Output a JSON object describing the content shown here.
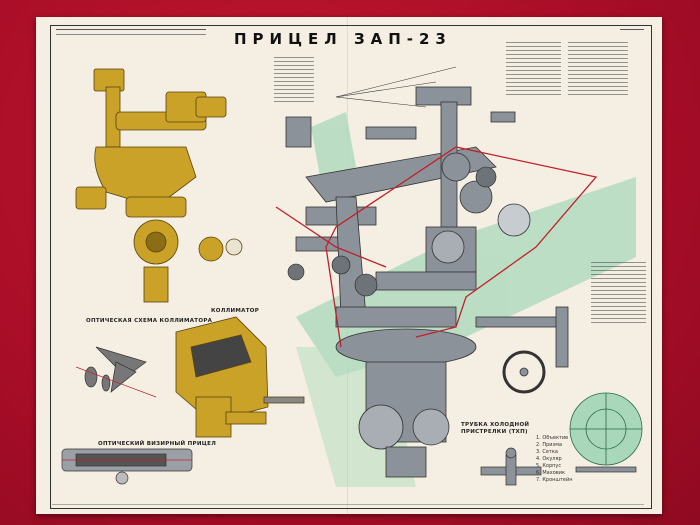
{
  "poster": {
    "title": "ПРИЦЕЛ  ЗАП-23",
    "labels": {
      "optical_scheme_collimator": "ОПТИЧЕСКАЯ СХЕМА КОЛЛИМАТОРА",
      "collimator": "КОЛЛИМАТОР",
      "optical_sight": "ОПТИЧЕСКИЙ ВИЗИРНЫЙ ПРИЦЕЛ",
      "cold_sighting_tube": "ТРУБКА ХОЛОДНОЙ ПРИСТРЕЛКИ (ТХП)"
    },
    "legend_bottom_right": [
      "1. Объектив",
      "2. Призма",
      "3. Сетка",
      "4. Окуляр",
      "5. Корпус",
      "6. Маховик",
      "7. Кронштейн"
    ]
  },
  "colors": {
    "background": "#b1102c",
    "paper": "#f4efe2",
    "mechanism": "#c9a227",
    "gray": "#8c9299",
    "green": "#a8d8b9",
    "red_line": "#c0202a"
  }
}
